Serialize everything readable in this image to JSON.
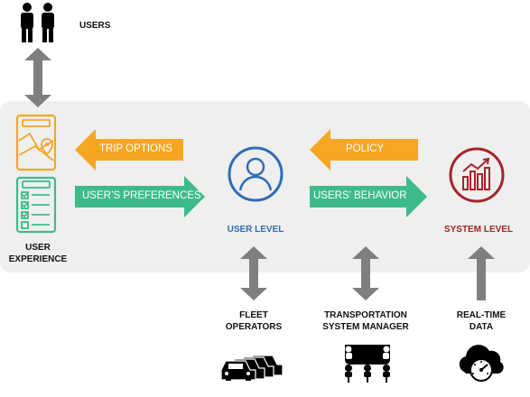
{
  "top": {
    "users_label": "USERS"
  },
  "left": {
    "user_experience_label": [
      "USER",
      "EXPERIENCE"
    ]
  },
  "arrows": {
    "trip_options": "TRIP OPTIONS",
    "users_preferences": "USER’S PREFERENCES",
    "policy": "POLICY",
    "users_behavior": "USERS’ BEHAVIOR"
  },
  "nodes": {
    "user_level": "USER LEVEL",
    "system_level": "SYSTEM LEVEL"
  },
  "bottom": {
    "fleet": [
      "FLEET",
      "OPERATORS"
    ],
    "tsm": [
      "TRANSPORTATION",
      "SYSTEM MANAGER"
    ],
    "rtd": [
      "REAL-TIME",
      "DATA"
    ]
  },
  "colors": {
    "orange": "#f5a623",
    "green": "#3dbb8a",
    "blue": "#2f6db5",
    "red": "#a8232a",
    "gray_arrow": "#7f7f7f",
    "panel": "#efefef"
  },
  "icons": [
    "users-icon",
    "map-icon",
    "checklist-icon",
    "user-circle-icon",
    "chart-circle-icon",
    "cars-icon",
    "people-network-icon",
    "cloud-gauge-icon"
  ]
}
